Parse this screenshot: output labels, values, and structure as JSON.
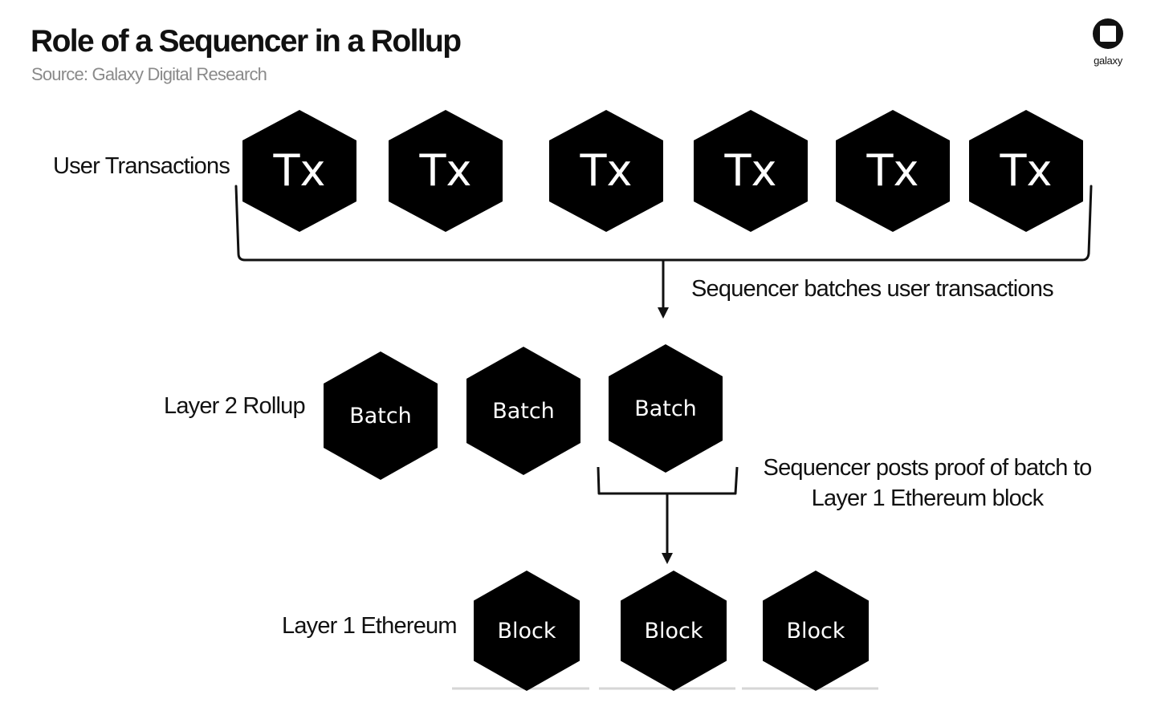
{
  "header": {
    "title": "Role of a Sequencer in a Rollup",
    "subtitle": "Source: Galaxy Digital Research"
  },
  "logo": {
    "icon": "galaxy-logo-icon",
    "text": "galaxy"
  },
  "rows": {
    "user_transactions": {
      "label": "User Transactions",
      "nodes": [
        "Tx",
        "Tx",
        "Tx",
        "Tx",
        "Tx",
        "Tx"
      ]
    },
    "layer2": {
      "label": "Layer 2 Rollup",
      "nodes": [
        "Batch",
        "Batch",
        "Batch"
      ]
    },
    "layer1": {
      "label": "Layer 1 Ethereum",
      "nodes": [
        "Block",
        "Block",
        "Block"
      ]
    }
  },
  "annotations": {
    "batching": "Sequencer batches user transactions",
    "posting": "Sequencer posts proof of batch to Layer 1 Ethereum block"
  },
  "colors": {
    "node_fill": "#000000",
    "node_text": "#ffffff",
    "line": "#111111",
    "subtitle": "#8a8a8a",
    "platform": "#d6d6d6"
  }
}
